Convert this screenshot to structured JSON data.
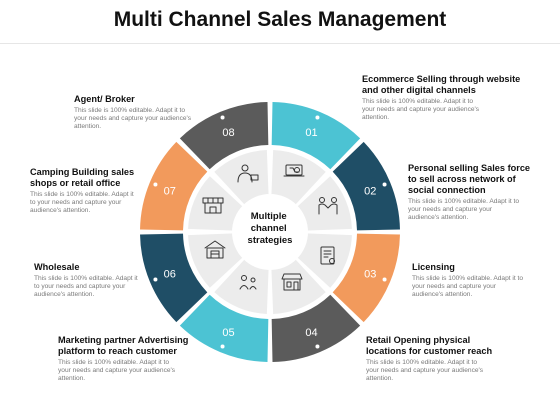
{
  "title": "Multi Channel Sales Management",
  "center_label": "Multiple channel strategies",
  "colors": {
    "teal": "#4cc3d3",
    "navy": "#1f4e66",
    "orange": "#f29a5c",
    "gray": "#5b5b5b",
    "inner": "#ececec"
  },
  "segments": [
    {
      "number": "01",
      "color": "#4cc3d3",
      "icon": "laptop-cart-icon"
    },
    {
      "number": "02",
      "color": "#1f4e66",
      "icon": "handshake-people-icon"
    },
    {
      "number": "03",
      "color": "#f29a5c",
      "icon": "certificate-document-icon"
    },
    {
      "number": "04",
      "color": "#5b5b5b",
      "icon": "storefront-icon"
    },
    {
      "number": "05",
      "color": "#4cc3d3",
      "icon": "megaphone-people-icon"
    },
    {
      "number": "06",
      "color": "#1f4e66",
      "icon": "warehouse-icon"
    },
    {
      "number": "07",
      "color": "#f29a5c",
      "icon": "shop-awning-icon"
    },
    {
      "number": "08",
      "color": "#5b5b5b",
      "icon": "agent-person-icon"
    }
  ],
  "items": [
    {
      "heading": "Ecommerce Selling through website and other digital channels",
      "desc": "This slide is 100% editable. Adapt it to your needs and capture your audience's attention."
    },
    {
      "heading": "Personal selling  Sales force to sell across network of social  connection",
      "desc": "This slide is 100% editable. Adapt it to your needs and capture your audience's attention."
    },
    {
      "heading": "Licensing",
      "desc": "This slide is 100% editable. Adapt it to your needs and capture your audience's attention."
    },
    {
      "heading": "Retail Opening physical locations for customer reach",
      "desc": "This slide is 100% editable. Adapt it to your needs and capture your audience's attention."
    },
    {
      "heading": "Marketing partner Advertising platform to reach customer",
      "desc": "This slide is 100% editable. Adapt it to your needs and capture your audience's attention."
    },
    {
      "heading": "Wholesale",
      "desc": "This slide is 100% editable. Adapt it to your needs and capture your audience's attention."
    },
    {
      "heading": "Camping Building sales shops or retail office",
      "desc": "This slide is 100% editable. Adapt it to your needs and capture your audience's attention."
    },
    {
      "heading": "Agent/ Broker",
      "desc": "This slide is 100% editable. Adapt it to your needs and capture your audience's attention."
    }
  ]
}
